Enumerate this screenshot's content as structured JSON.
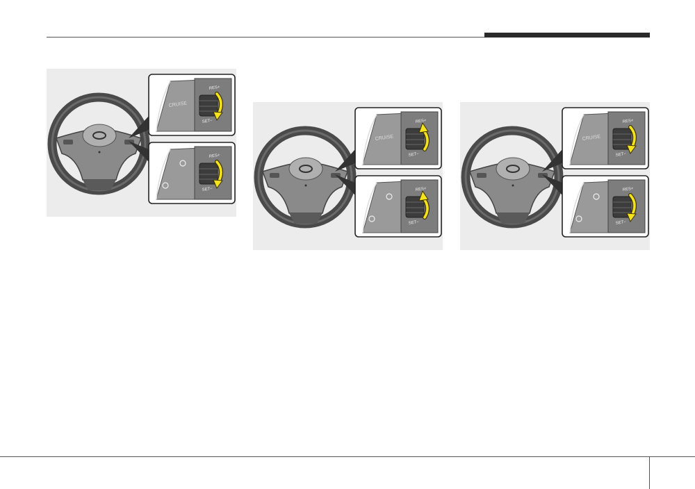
{
  "figures": [
    {
      "id": "fig1",
      "cruise_label": "CRUISE",
      "res_label": "RES+",
      "set_label": "SET−",
      "upper_arrow": "down",
      "lower_arrow": "down"
    },
    {
      "id": "fig2",
      "cruise_label": "CRUISE",
      "res_label": "RES+",
      "set_label": "SET−",
      "upper_arrow": "up",
      "lower_arrow": "up"
    },
    {
      "id": "fig3",
      "cruise_label": "CRUISE",
      "res_label": "RES+",
      "set_label": "SET−",
      "upper_arrow": "down",
      "lower_arrow": "down"
    }
  ],
  "colors": {
    "arrow_fill": "#f4e21c",
    "arrow_stroke": "#3a3000",
    "wheel_dark": "#4a4a4a",
    "wheel_mid": "#8a8a8a",
    "panel_bg": "#ffffff",
    "switch_body": "#9a9a9a"
  },
  "icons": [
    "steering-wheel-icon",
    "cruise-switch-icon",
    "toggle-arrow-icon",
    "speedometer-icon"
  ]
}
